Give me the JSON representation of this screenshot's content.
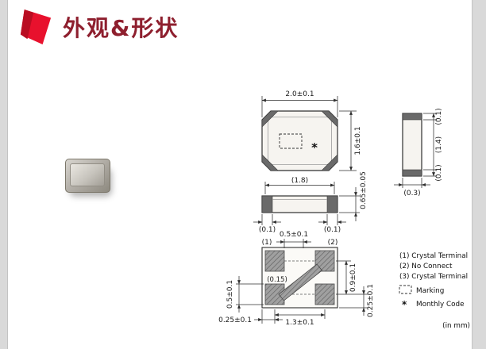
{
  "header": {
    "title": "外观&形状"
  },
  "colors": {
    "accent_red": "#e8112d",
    "title_maroon": "#8e1f2e",
    "drawing_line": "#2f2f2f",
    "pad_gray": "#6a6a6a",
    "page_margin_gray": "#d9d9d9"
  },
  "drawing": {
    "top_view": {
      "width_dim": "2.0±0.1",
      "height_dim": "1.6±0.1",
      "marking_symbol": "*"
    },
    "side_view": {
      "body_dim": "(1.8)",
      "height_dim": "0.65±0.05",
      "pad_left_dim": "(0.1)",
      "pad_right_dim": "(0.1)"
    },
    "end_view": {
      "pad_top_dim": "(0.1)",
      "body_dim": "(1.4)",
      "pad_bottom_dim": "(0.1)",
      "width_dim": "(0.3)"
    },
    "bottom_view": {
      "pin1": "(1)",
      "pin2": "(2)",
      "pad_width_dim": "0.5±0.1",
      "gap_dim": "(0.15)",
      "pad_height_dim": "0.5±0.1",
      "pitch_v_dim": "0.9±0.1",
      "edge_offset_right_dim": "0.25±0.1",
      "pitch_h_dim": "1.3±0.1",
      "edge_offset_left_dim": "0.25±0.1"
    },
    "legend": {
      "terminal1": "(1) Crystal Terminal",
      "terminal2": "(2) No Connect",
      "terminal3": "(3) Crystal Terminal",
      "marking_label": "Marking",
      "monthly_code_symbol": "*",
      "monthly_code_label": "Monthly Code",
      "unit_note": "(in mm)"
    }
  }
}
